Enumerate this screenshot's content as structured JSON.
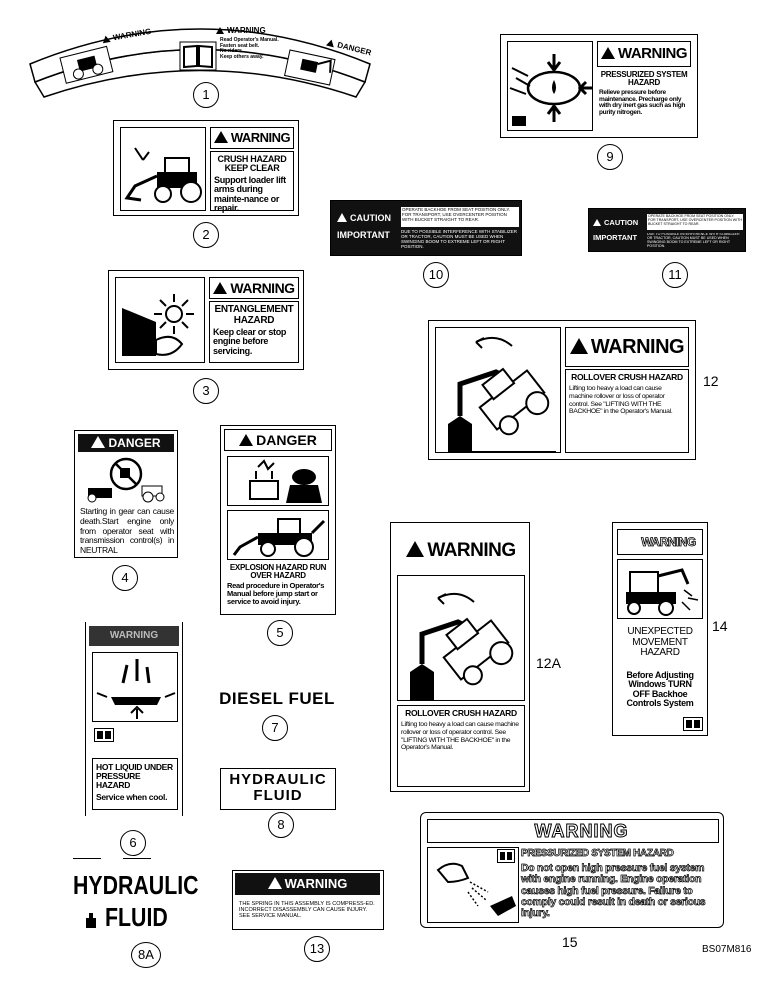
{
  "drawing_code": "BS07M816",
  "callouts": {
    "c1": "1",
    "c2": "2",
    "c3": "3",
    "c4": "4",
    "c5": "5",
    "c6": "6",
    "c7": "7",
    "c8": "8",
    "c8a": "8A",
    "c9": "9",
    "c10": "10",
    "c11": "11",
    "c12": "12",
    "c12a": "12A",
    "c13": "13",
    "c14": "14",
    "c15": "15"
  },
  "decal1": {
    "warn1": "WARNING",
    "warn2": "WARNING",
    "danger": "DANGER",
    "lines": [
      "Read Operator's Manual.",
      "Fasten seat belt.",
      "No riders.",
      "Keep others away."
    ]
  },
  "decal2": {
    "header": "WARNING",
    "title": "CRUSH HAZARD KEEP CLEAR",
    "body": "Support loader lift arms during mainte-nance or repair."
  },
  "decal3": {
    "header": "WARNING",
    "title": "ENTANGLEMENT HAZARD",
    "body": "Keep clear or stop engine before servicing."
  },
  "decal4": {
    "header": "DANGER",
    "body": "Starting in gear can cause death.Start engine only from operator seat with transmission control(s) in NEUTRAL"
  },
  "decal5": {
    "header": "DANGER",
    "title": "EXPLOSION HAZARD RUN OVER HAZARD",
    "body": "Read procedure in Operator's Manual before jump start or service to avoid injury."
  },
  "decal6": {
    "header": "WARNING",
    "title": "HOT LIQUID UNDER PRESSURE HAZARD",
    "body": "Service when cool."
  },
  "decal7": {
    "text": "DIESEL FUEL"
  },
  "decal8": {
    "line1": "HYDRAULIC",
    "line2": "FLUID"
  },
  "decal8a": {
    "line1": "HYDRAULIC",
    "line2": "FLUID"
  },
  "decal9": {
    "header": "WARNING",
    "title": "PRESSURIZED SYSTEM HAZARD",
    "body": "Relieve pressure before maintenance. Precharge only with dry inert gas such as high purity nitrogen."
  },
  "decal10": {
    "caution": "CAUTION",
    "important": "IMPORTANT",
    "caution_text": "OPERATE BACKHOE FROM SEAT POSITION ONLY. FOR TRANSPORT, USE OVERCENTER POSITION WITH BUCKET STRAIGHT TO REAR.",
    "important_text": "DUE TO POSSIBLE INTERFERENCE WITH STABILIZER OR TRACTOR, CAUTION MUST BE USED WHEN SWINGING BOOM TO EXTREME LEFT OR RIGHT POSITION."
  },
  "decal11": {
    "caution": "CAUTION",
    "important": "IMPORTANT",
    "caution_text": "OPERATE BACKHOE FROM SEAT POSITION ONLY. FOR TRANSPORT, USE OVERCENTER POSITION WITH BUCKET STRAIGHT TO REAR.",
    "important_text": "DUE TO POSSIBLE INTERFERENCE WITH STABILIZER OR TRACTOR, CAUTION MUST BE USED WHEN SWINGING BOOM TO EXTREME LEFT OR RIGHT POSITION."
  },
  "decal12": {
    "header": "WARNING",
    "title": "ROLLOVER CRUSH HAZARD",
    "body": "Lifting too heavy a load can cause machine rollover or loss of operator control. See \"LIFTING WITH THE BACKHOE\" in the Operator's Manual."
  },
  "decal12a": {
    "header": "WARNING",
    "title": "ROLLOVER CRUSH HAZARD",
    "body": "Lifting too heavy a load can cause machine rollover or loss of operator control. See \"LIFTING WITH THE BACKHOE\" in the Operator's Manual."
  },
  "decal13": {
    "header": "WARNING",
    "body": "THE SPRING IN THIS ASSEMBLY IS COMPRESS-ED. INCORRECT DISASSEMBLY CAN CAUSE INJURY. SEE SERVICE MANUAL."
  },
  "decal14": {
    "header": "WARNING",
    "title": "UNEXPECTED MOVEMENT HAZARD",
    "body": "Before Adjusting Windows TURN OFF Backhoe Controls System"
  },
  "decal15": {
    "header": "WARNING",
    "title": "PRESSURIZED SYSTEM HAZARD",
    "body": "Do not open high pressure fuel system with engine running. Engine operation causes high fuel pressure. Failure to comply could result in death or serious injury."
  }
}
